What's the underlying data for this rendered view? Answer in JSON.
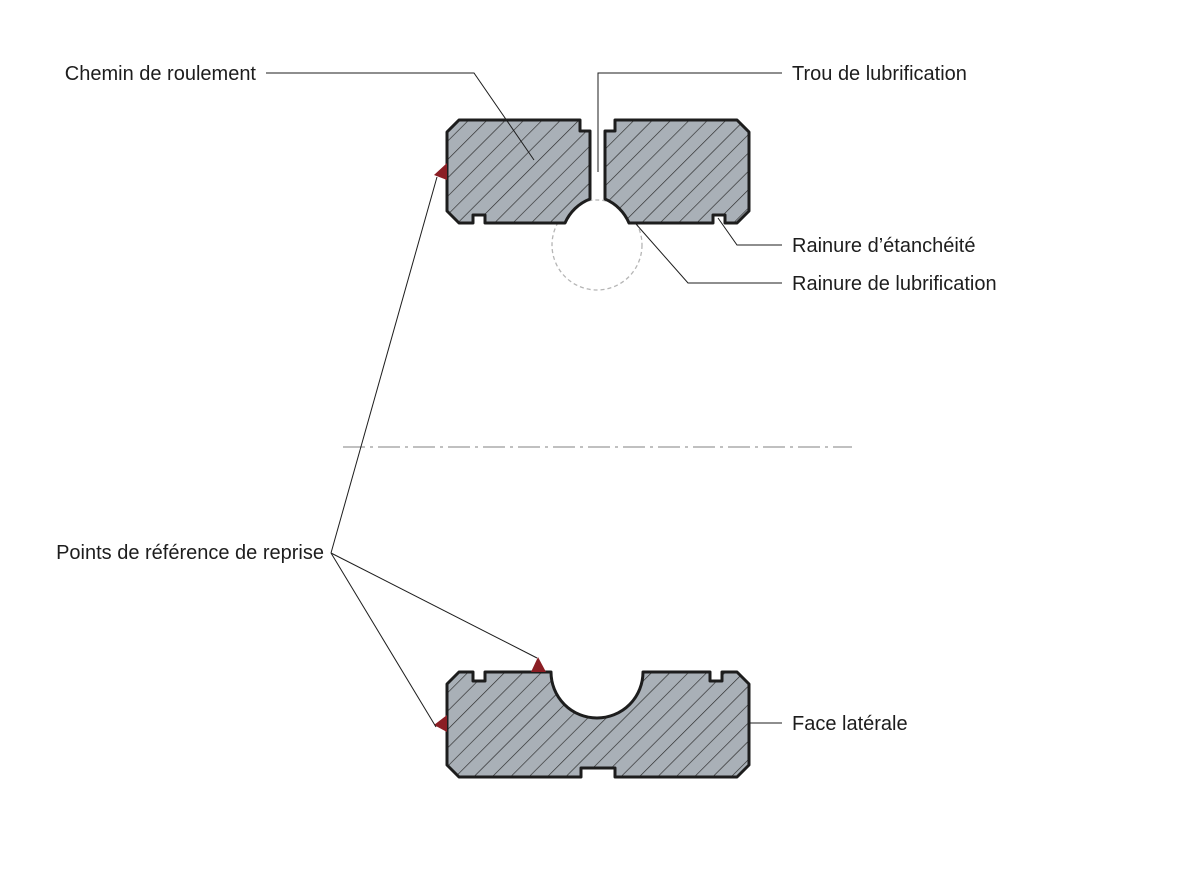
{
  "labels": {
    "raceway": "Chemin de roulement",
    "lube_hole": "Trou de lubrification",
    "seal_groove": "Rainure d’étanchéité",
    "lube_groove": "Rainure de lubrification",
    "datum_points": "Points de référence de reprise",
    "side_face": "Face latérale"
  },
  "colors": {
    "section_fill": "#a9b0b7",
    "outline": "#1d1d1d",
    "hatch": "#2a2a2a",
    "datum_marker": "#8b1e24",
    "leader_line": "#1d1d1d",
    "centerline": "#9a9a9a",
    "ball_outline": "#b5b5b5",
    "text": "#1d1d1d"
  }
}
